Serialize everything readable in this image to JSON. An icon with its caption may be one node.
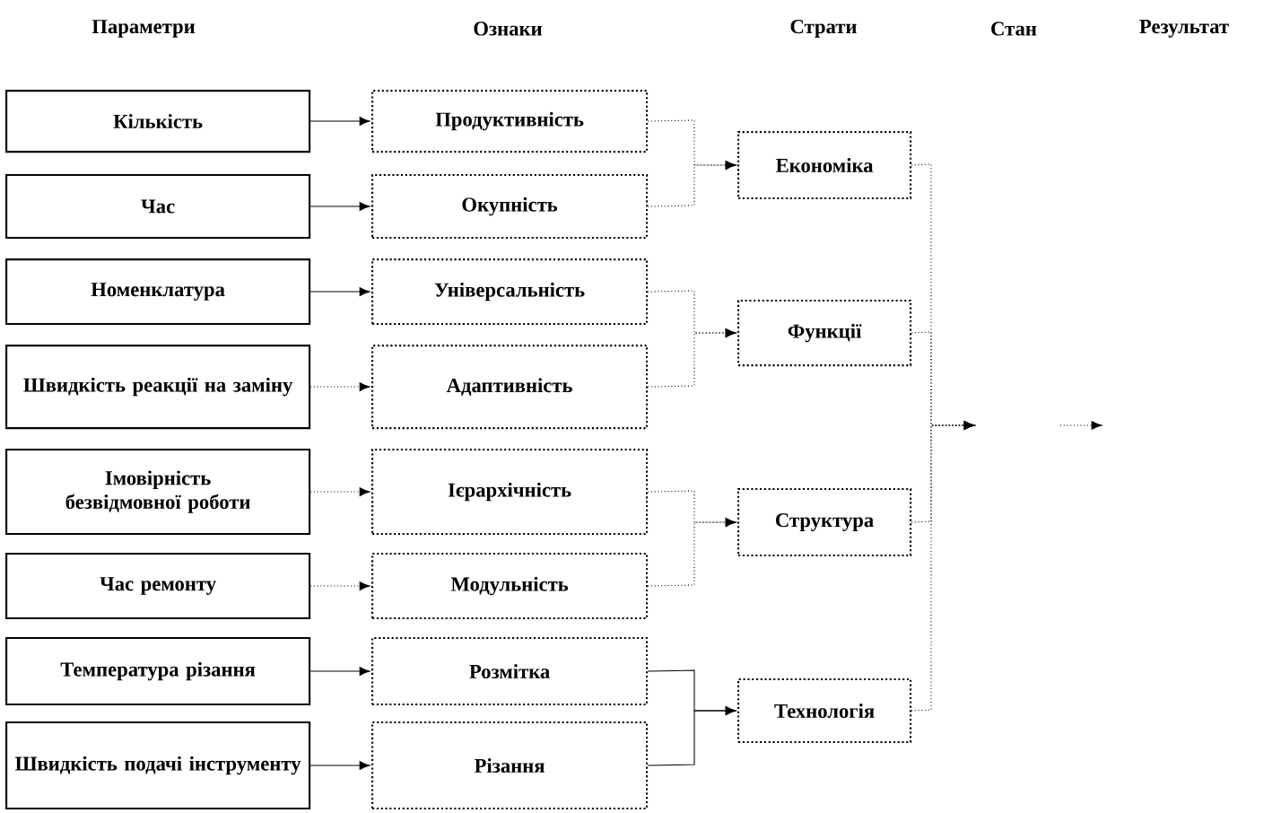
{
  "diagram": {
    "nodes": [
      {
        "text": [
          "Кількість"
        ]
      },
      {
        "text": [
          "Час"
        ]
      },
      {
        "text": [
          "Номенклатура"
        ]
      },
      {
        "text": [
          "Швидкість реакції на заміну"
        ]
      },
      {
        "text": [
          "Імовірність безвідмовної роботи"
        ]
      },
      {
        "text": [
          "Час ремонту"
        ]
      },
      {
        "text": [
          "Температура різання"
        ]
      },
      {
        "text": [
          "Швидкість подачі інструменту"
        ]
      },
      {
        "text": [
          "Продуктивність"
        ]
      },
      {
        "text": [
          "Окупність"
        ]
      },
      {
        "text": [
          "Універсальність"
        ]
      },
      {
        "text": [
          "Адаптивність"
        ]
      },
      {
        "text": [
          "Ієрархічність"
        ]
      },
      {
        "text": [
          "Модульність"
        ]
      },
      {
        "text": [
          "Розмітка"
        ]
      },
      {
        "text": [
          "Різання"
        ]
      },
      {
        "text": [
          "Економіка"
        ]
      },
      {
        "text": [
          "Функції"
        ]
      },
      {
        "text": [
          "Структура"
        ]
      },
      {
        "text": [
          "Технологія"
        ]
      }
    ],
    "edges": [
      {
        "from": 0,
        "to": 8,
        "arrow": "to"
      },
      {
        "from": 1,
        "to": 9,
        "arrow": "to"
      },
      {
        "from": 2,
        "to": 10,
        "arrow": "to"
      },
      {
        "from": 3,
        "to": 11,
        "arrow": "to",
        "style": "dashed"
      },
      {
        "from": 4,
        "to": 12,
        "arrow": "to",
        "style": "dashed"
      },
      {
        "from": 5,
        "to": 13,
        "arrow": "to",
        "style": "dashed"
      },
      {
        "from": 6,
        "to": 14,
        "arrow": "to"
      },
      {
        "from": 7,
        "to": 15,
        "arrow": "to"
      },
      {
        "from": 8,
        "to": 16,
        "arrow": "to",
        "style": "dashed"
      },
      {
        "from": 9,
        "to": 16,
        "arrow": "to",
        "style": "dashed"
      },
      {
        "from": 10,
        "to": 17,
        "arrow": "to",
        "style": "dashed"
      },
      {
        "from": 11,
        "to": 17,
        "arrow": "to",
        "style": "dashed"
      },
      {
        "from": 12,
        "to": 18,
        "arrow": "to",
        "style": "dashed"
      },
      {
        "from": 13,
        "to": 18,
        "arrow": "to",
        "style": "dashed"
      },
      {
        "from": 14,
        "to": 19,
        "arrow": "to"
      },
      {
        "from": 15,
        "to": 19,
        "arrow": "to"
      },
      {
        "from": 16,
        "to": null,
        "arrow": "to",
        "style": "dashed"
      },
      {
        "from": 17,
        "to": null,
        "arrow": "to",
        "style": "dashed"
      },
      {
        "from": 18,
        "to": null,
        "arrow": "to",
        "style": "dashed"
      },
      {
        "from": 19,
        "to": null,
        "arrow": "to",
        "style": "dashed"
      }
    ],
    "labels": [
      "Параметри",
      "Ознаки",
      "Страти",
      "Стан",
      "Результат"
    ]
  }
}
